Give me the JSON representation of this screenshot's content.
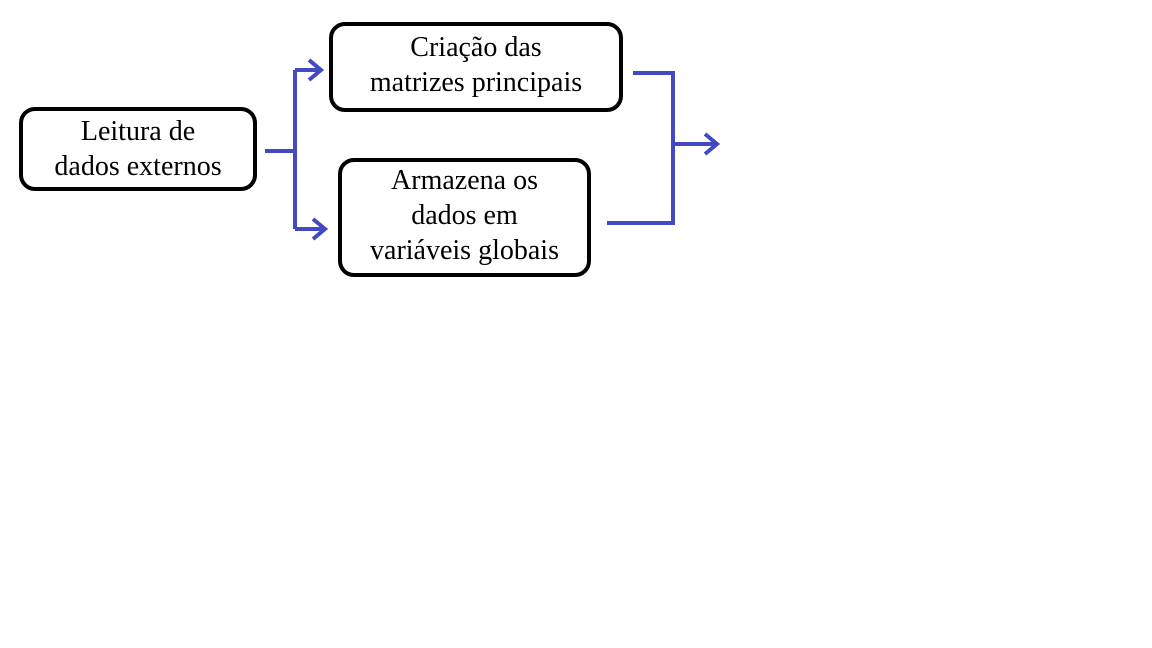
{
  "diagram": {
    "nodes": {
      "leitura": {
        "lines": [
          "Leitura de",
          "dados externos"
        ]
      },
      "criacao": {
        "lines": [
          "Criação das",
          "matrizes principais"
        ]
      },
      "armazena": {
        "lines": [
          "Armazena os",
          "dados em",
          "variáveis globais"
        ]
      }
    },
    "colors": {
      "arrow": "#4249c3",
      "box_border": "#000000",
      "text": "#000000",
      "background": "#ffffff"
    }
  }
}
